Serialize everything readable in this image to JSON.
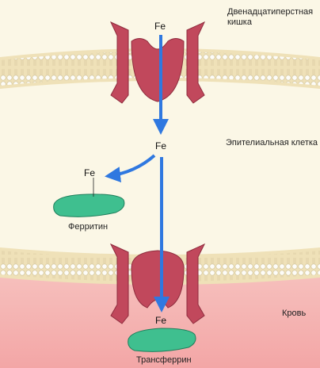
{
  "regions": {
    "duodenum": "Двенадцатиперстная\nкишка",
    "epithelial_cell": "Эпителиальная клетка",
    "blood": "Кровь"
  },
  "ions": {
    "fe_top": "Fe",
    "fe_middle": "Fe",
    "fe_left": "Fe",
    "fe_bottom": "Fe"
  },
  "proteins": {
    "ferritin": "Ферритин",
    "transferrin": "Трансферрин"
  },
  "colors": {
    "cell_interior": "#fbf7e6",
    "membrane": "#efe1b8",
    "lipid_head": "#ffffff",
    "transporter": "#c1485c",
    "transporter_dark": "#8f2d3e",
    "protein_green": "#3fbf8f",
    "arrow_blue": "#2f78e0",
    "blood": "#f4b0b0"
  }
}
